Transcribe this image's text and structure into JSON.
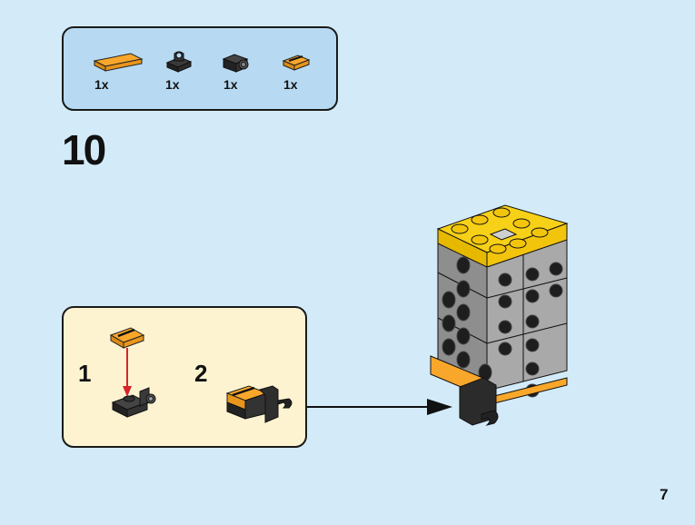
{
  "parts_list": {
    "items": [
      {
        "name": "tile-1x2-orange",
        "quantity": "1x"
      },
      {
        "name": "plate-1x1-clip-black",
        "quantity": "1x"
      },
      {
        "name": "brick-1x1-side-stud-black",
        "quantity": "1x"
      },
      {
        "name": "tile-1x1-groove-orange",
        "quantity": "1x"
      }
    ]
  },
  "step": {
    "number": "10"
  },
  "sub_assembly": {
    "steps": [
      {
        "number": "1"
      },
      {
        "number": "2"
      }
    ]
  },
  "colors": {
    "background": "#d3ebf9",
    "parts_box": "#b7daf2",
    "sub_box": "#fdf3d1",
    "orange": "#f9a72b",
    "yellow": "#f7d117",
    "gray": "#a7a7a7",
    "black": "#2b2b2b",
    "red_arrow": "#d8232a"
  },
  "page": {
    "number": "7"
  }
}
